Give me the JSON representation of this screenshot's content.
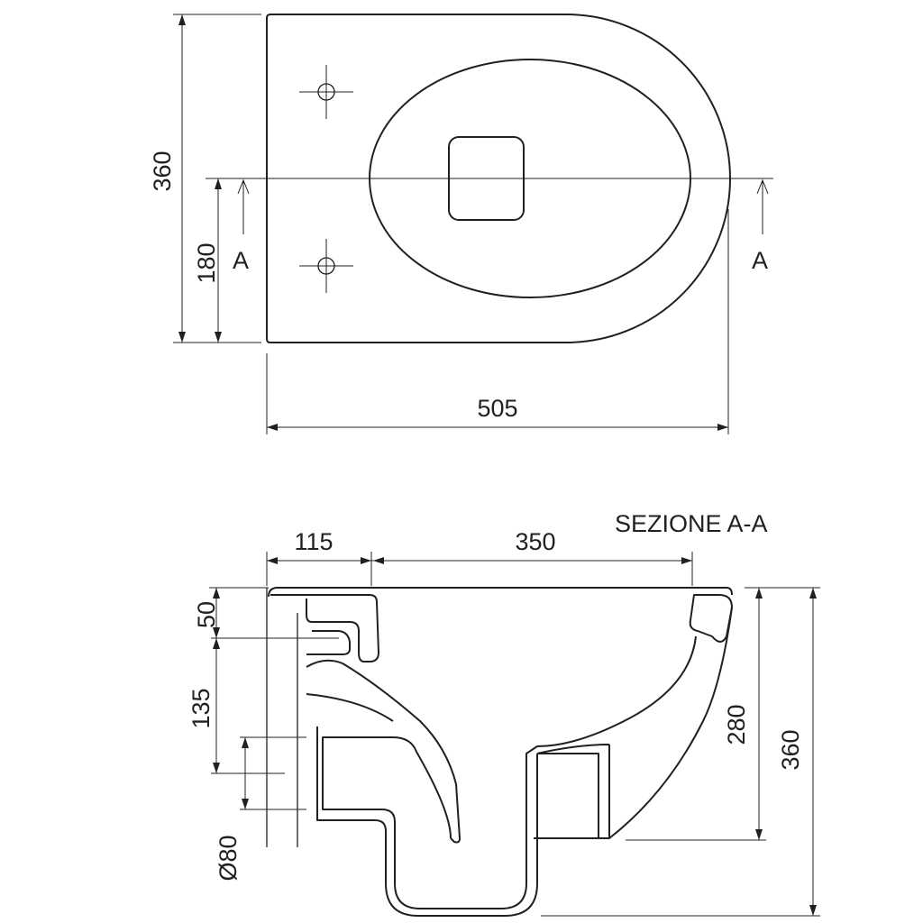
{
  "plan_view": {
    "dim_depth": "505",
    "dim_width": "360",
    "dim_half_width": "180",
    "section_mark_left": "A",
    "section_mark_right": "A"
  },
  "section_view": {
    "title": "SEZIONE A-A",
    "dim_wall_to_rim": "115",
    "dim_rim_length": "350",
    "dim_top_to_fixing": "50",
    "dim_fixing_to_outlet": "135",
    "dim_outlet_diameter": "Ø80",
    "dim_floor_to_bowl": "280",
    "dim_total_height": "360"
  }
}
